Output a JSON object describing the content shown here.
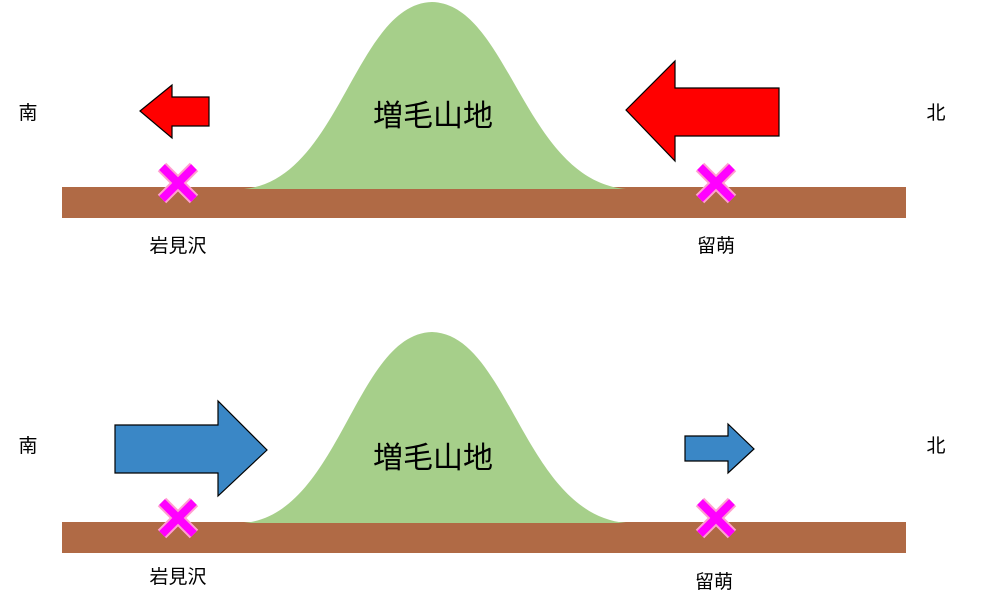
{
  "colors": {
    "ground": "#b06a45",
    "mountain": "#a6cf8a",
    "red_arrow": "#ff0000",
    "blue_arrow": "#3a87c6",
    "cross": "#ff00ff",
    "cross_outline": "#ff9fd0"
  },
  "top_panel": {
    "south": "南",
    "north": "北",
    "mountain": "増毛山地",
    "station_left": "岩見沢",
    "station_right": "留萌"
  },
  "bottom_panel": {
    "south": "南",
    "north": "北",
    "mountain": "増毛山地",
    "station_left": "岩見沢",
    "station_right": "留萌"
  }
}
